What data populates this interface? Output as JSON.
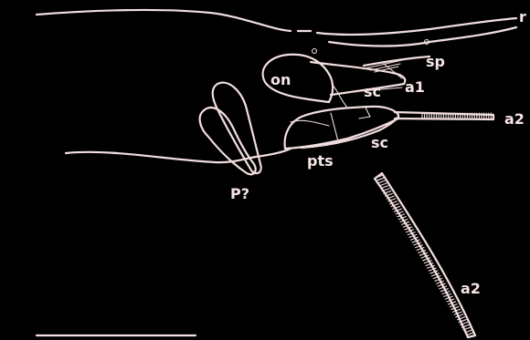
{
  "labels": {
    "r": "r",
    "sp": "sp",
    "a1": "a1",
    "on": "on",
    "sc_upper": "sc",
    "a2_right": "a2",
    "sc_lower": "sc",
    "pts": "pts",
    "p": "P?",
    "a2_lower": "a2"
  },
  "colors": {
    "background": "#000000",
    "line": "#f2dede"
  }
}
